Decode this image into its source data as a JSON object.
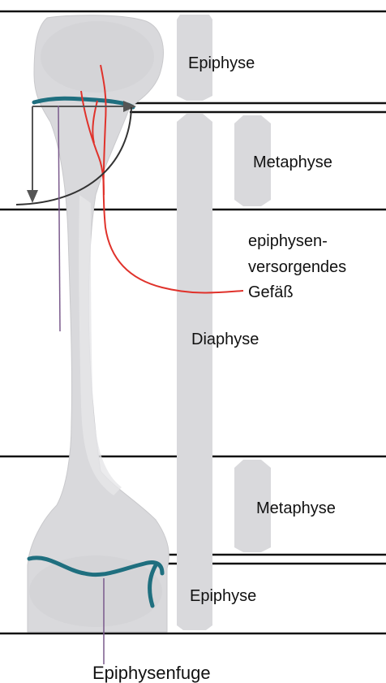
{
  "labels": {
    "epiphyse_top": "Epiphyse",
    "metaphyse_top": "Metaphyse",
    "vessel_line1": "epiphysen-",
    "vessel_line2": "versorgendes",
    "vessel_line3": "Gefäß",
    "diaphyse": "Diaphyse",
    "metaphyse_bottom": "Metaphyse",
    "epiphyse_bottom": "Epiphyse",
    "growth_plate": "Epiphysenfuge"
  },
  "colors": {
    "bone": "#d9d9dc",
    "bone_shadow": "#c7c7cb",
    "growth_plate": "#1f6f7f",
    "vessel": "#e0322b",
    "outline": "#111111",
    "marker": "#7a5a8c",
    "arrow": "#555555"
  }
}
